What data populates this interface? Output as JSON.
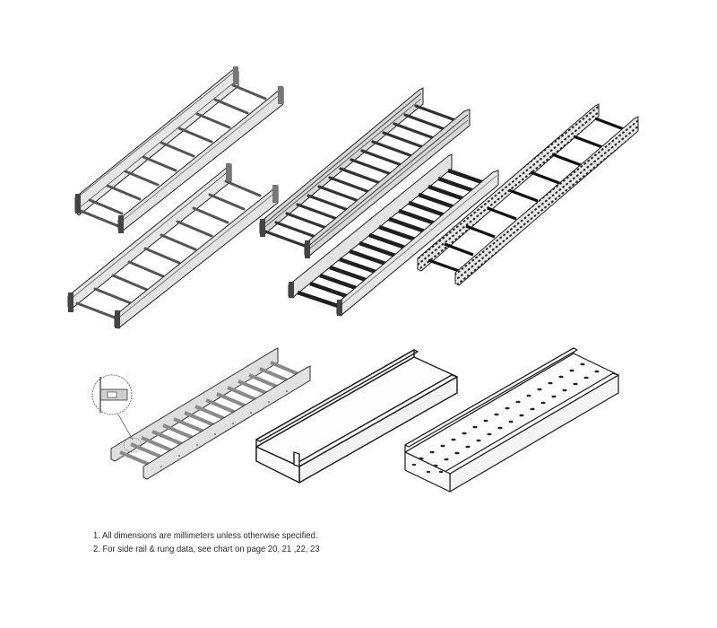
{
  "figures": [
    {
      "id": "ladder-tray-plain-a",
      "label": "Ladder type cable tray (plain side rail)",
      "rungs": 10
    },
    {
      "id": "ladder-tray-plain-b",
      "label": "Ladder type cable tray (plain side rail)",
      "rungs": 10
    },
    {
      "id": "ladder-tray-c-channel",
      "label": "Ladder type cable tray (C-channel side rail)",
      "rungs": 15
    },
    {
      "id": "ladder-tray-heavy-rung",
      "label": "Ladder type cable tray (dark rungs)",
      "rungs": 16
    },
    {
      "id": "ladder-tray-perforated",
      "label": "Ladder type cable tray (perforated side rail)",
      "rungs": 10
    },
    {
      "id": "ladder-tray-detail",
      "label": "Ladder type cable tray with splice detail",
      "rungs": 15
    },
    {
      "id": "trough-tray-solid",
      "label": "Solid bottom trough cable tray"
    },
    {
      "id": "trough-tray-perforated",
      "label": "Perforated trough cable tray"
    }
  ],
  "notes": [
    "1. All dimensions are millimeters unless otherwise specified.",
    "2. For side rail & rung data, see chart on page 20, 21 ,22, 23"
  ],
  "colors": {
    "line": "#222222",
    "rail_fill": "#e3e3e3",
    "rail_shade": "#b8b8b8",
    "rung_dark": "#1f1f1f",
    "rung_light": "#8a8a8a",
    "text": "#2a2a2a"
  }
}
